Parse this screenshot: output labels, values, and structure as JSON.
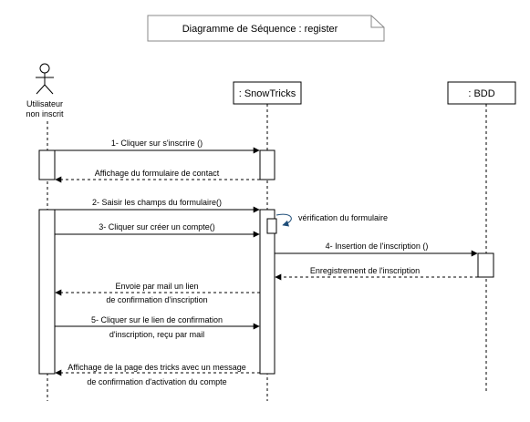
{
  "diagram": {
    "title": "Diagramme de Séquence : register",
    "actor": {
      "line1": "Utilisateur",
      "line2": "non inscrit"
    },
    "participants": {
      "snowtricks": ": SnowTricks",
      "bdd": ": BDD"
    },
    "messages": {
      "m1": "1- Cliquer sur s'inscrire ()",
      "r1": "Affichage du formulaire de contact",
      "m2": "2- Saisir les champs du formulaire()",
      "self": "vérification du formulaire",
      "m3": "3- Cliquer sur créer un compte()",
      "m4": "4- Insertion de l'inscription ()",
      "r4": "Enregistrement de l'inscription",
      "r_mail_1": "Envoie par mail un lien",
      "r_mail_2": "de confirmation d'inscription",
      "m5_1": "5- Cliquer sur le lien de confirmation",
      "m5_2": "d'inscription, reçu par mail",
      "r_final_1": "Affichage de la page des tricks avec un message",
      "r_final_2": "de confirmation d'activation du compte"
    },
    "colors": {
      "line": "#000000",
      "box_fill": "#ffffff",
      "self_arrow": "#1f4e79"
    }
  }
}
